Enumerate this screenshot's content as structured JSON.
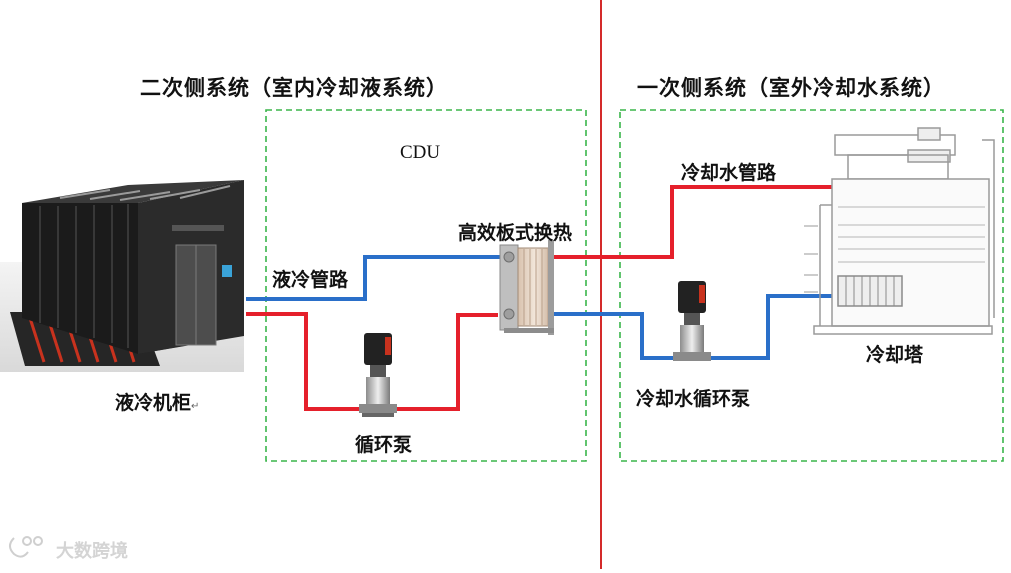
{
  "sections": {
    "secondary_title": "二次侧系统（室内冷却液系统）",
    "primary_title": "一次侧系统（室外冷却水系统）"
  },
  "labels": {
    "cdu": "CDU",
    "heat_exchanger": "高效板式换热",
    "liquid_pipe": "液冷管路",
    "circulation_pump": "循环泵",
    "cabinet": "液冷机柜",
    "cabinet_mark": "↵",
    "cooling_water_pipe": "冷却水管路",
    "cooling_water_pump": "冷却水循环泵",
    "cooling_tower": "冷却塔"
  },
  "watermark": "大数跨境",
  "colors": {
    "hot_pipe": "#e5202b",
    "cold_pipe": "#2a6fc9",
    "divider": "#d42a2a",
    "boundary": "#3ab54a"
  }
}
